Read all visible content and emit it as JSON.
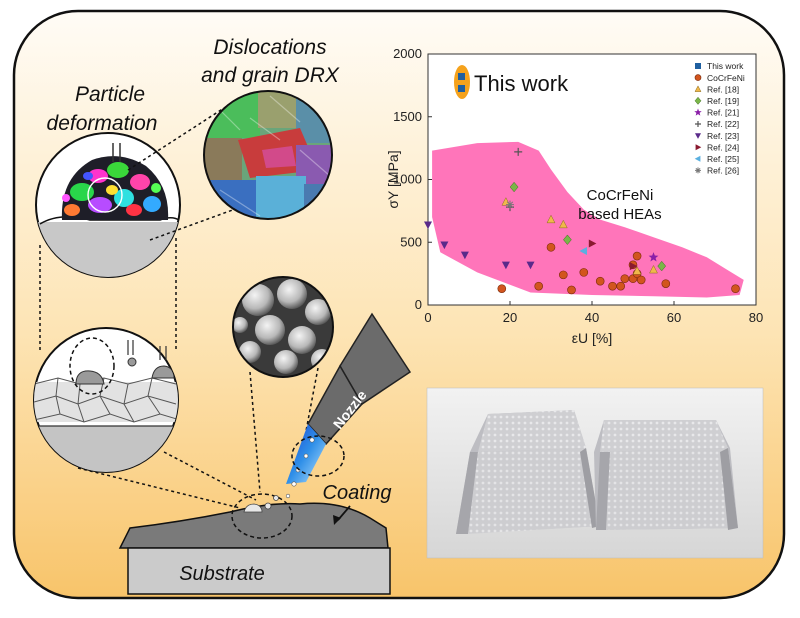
{
  "labels": {
    "particle_deformation_l1": "Particle",
    "particle_deformation_l2": "deformation",
    "dislocations_l1": "Dislocations",
    "dislocations_l2": "and grain DRX",
    "nozzle": "Nozzle",
    "coating": "Coating",
    "substrate": "Substrate"
  },
  "colors": {
    "frame_top": "#fffaf0",
    "frame_bottom": "#f8c86a",
    "hea_region": "#ff66b2",
    "this_work_badge": "#f5a21c",
    "this_work_marker": "#1f5fa0",
    "cocrfeni_marker": "#d2551e",
    "nozzle": "#6b6b6b"
  },
  "chart_data": {
    "type": "scatter",
    "xlabel": "εU [%]",
    "ylabel": "σY [MPa]",
    "xlim": [
      0,
      80
    ],
    "ylim": [
      0,
      2000
    ],
    "xticks": [
      "0",
      "20",
      "40",
      "60",
      "80"
    ],
    "yticks": [
      "0",
      "500",
      "1000",
      "1500",
      "2000"
    ],
    "callout": "This work",
    "region_label_l1": "CoCrFeNi",
    "region_label_l2": "based HEAs",
    "legend_position": "top-right",
    "series": [
      {
        "name": "This work",
        "marker": "square",
        "color": "#1f5fa0",
        "points": []
      },
      {
        "name": "CoCrFeNi",
        "marker": "circle",
        "color": "#d2551e",
        "points": [
          [
            18,
            130
          ],
          [
            27,
            150
          ],
          [
            30,
            460
          ],
          [
            33,
            240
          ],
          [
            35,
            120
          ],
          [
            38,
            260
          ],
          [
            42,
            190
          ],
          [
            45,
            150
          ],
          [
            47,
            150
          ],
          [
            48,
            210
          ],
          [
            50,
            320
          ],
          [
            50,
            210
          ],
          [
            51,
            390
          ],
          [
            51,
            250
          ],
          [
            52,
            200
          ],
          [
            58,
            170
          ],
          [
            75,
            130
          ]
        ]
      },
      {
        "name": "Ref. [18]",
        "marker": "triangle-up",
        "color": "#f0b84a",
        "points": [
          [
            19,
            820
          ],
          [
            30,
            680
          ],
          [
            33,
            640
          ],
          [
            51,
            270
          ],
          [
            55,
            280
          ]
        ]
      },
      {
        "name": "Ref. [19]",
        "marker": "diamond",
        "color": "#7ab648",
        "points": [
          [
            21,
            940
          ],
          [
            34,
            520
          ],
          [
            57,
            310
          ]
        ]
      },
      {
        "name": "Ref. [21]",
        "marker": "star",
        "color": "#8b1fa8",
        "points": [
          [
            55,
            380
          ]
        ]
      },
      {
        "name": "Ref. [22]",
        "marker": "plus",
        "color": "#555555",
        "points": [
          [
            22,
            1220
          ],
          [
            20,
            780
          ]
        ]
      },
      {
        "name": "Ref. [23]",
        "marker": "triangle-down",
        "color": "#5a2a8a",
        "points": [
          [
            0,
            640
          ],
          [
            4,
            480
          ],
          [
            9,
            400
          ],
          [
            19,
            320
          ],
          [
            25,
            320
          ]
        ]
      },
      {
        "name": "Ref. [24]",
        "marker": "triangle-right",
        "color": "#8a1a30",
        "points": [
          [
            40,
            490
          ],
          [
            50,
            310
          ]
        ]
      },
      {
        "name": "Ref. [25]",
        "marker": "triangle-left",
        "color": "#5ab0e0",
        "points": [
          [
            38,
            430
          ]
        ]
      },
      {
        "name": "Ref. [26]",
        "marker": "asterisk",
        "color": "#777777",
        "points": [
          [
            20,
            800
          ]
        ]
      }
    ]
  }
}
